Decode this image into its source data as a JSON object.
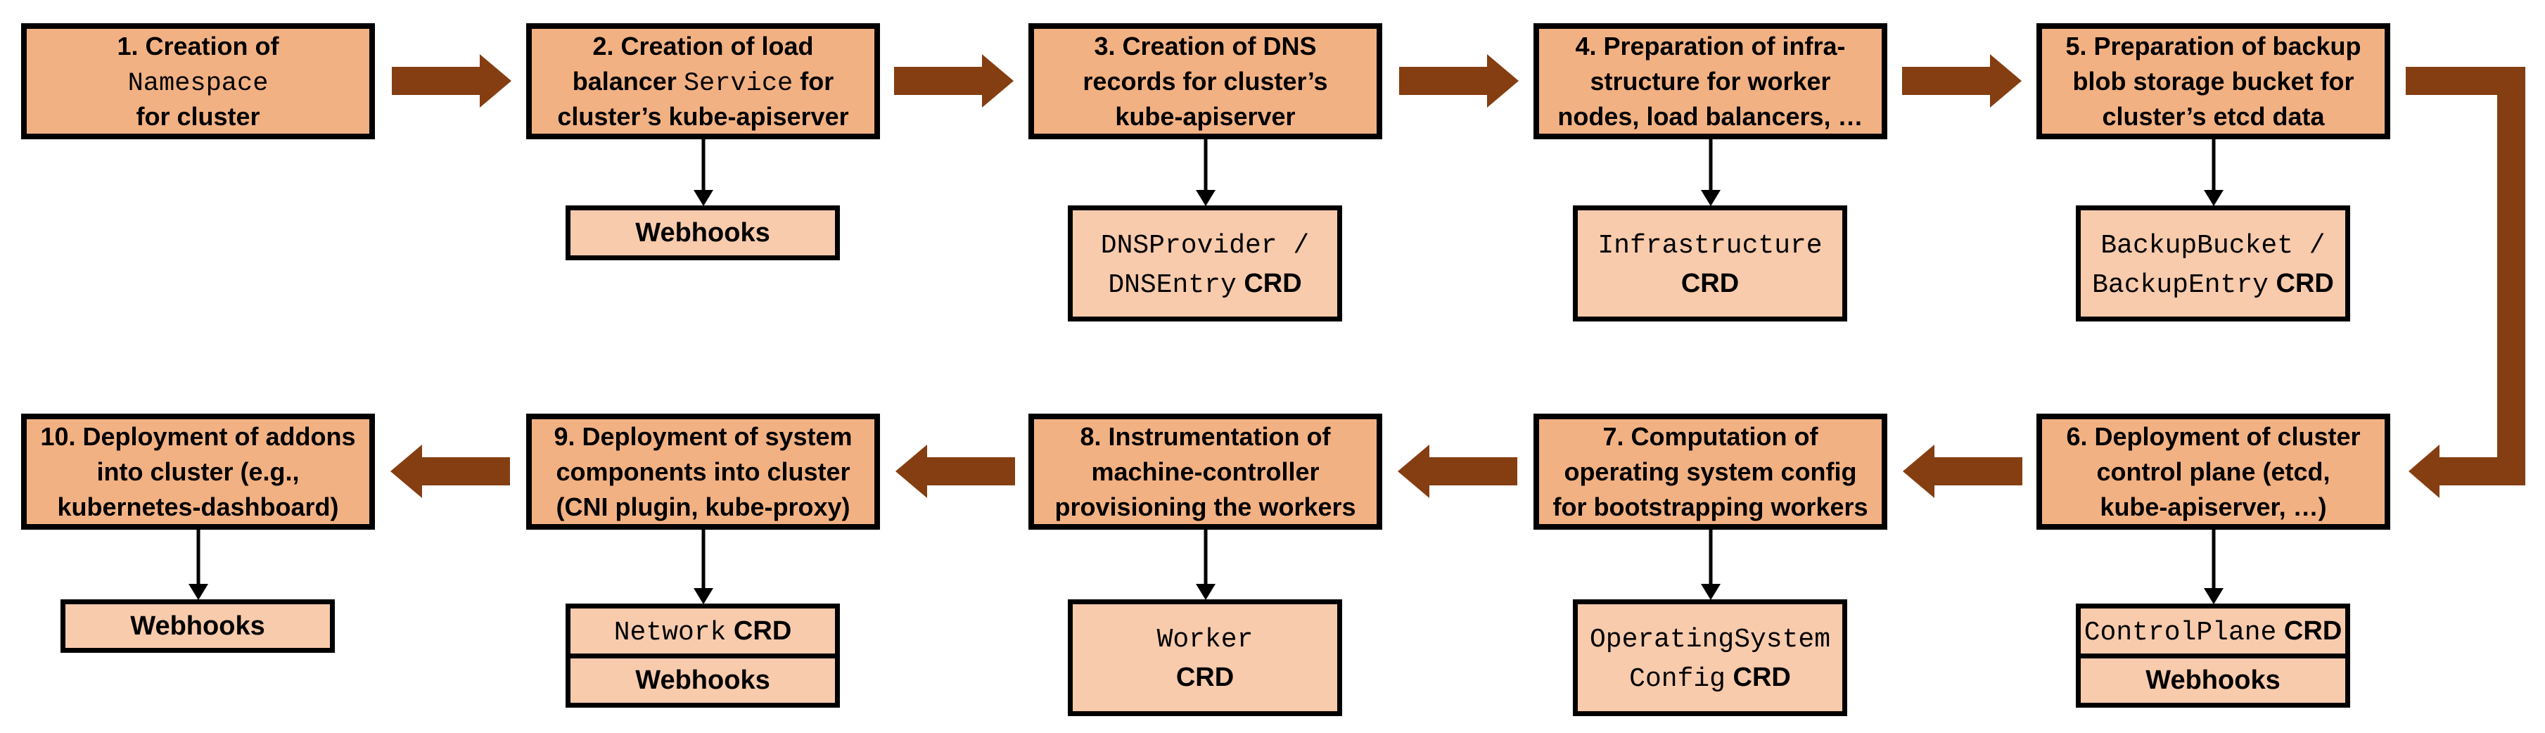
{
  "diagram": {
    "description": "Cluster creation flow with extension points",
    "colors": {
      "box_fill": "#F2B183",
      "sub_box_fill": "#F8CBAD",
      "flow_arrow": "#853E11",
      "border": "#000000",
      "background": "#FFFFFF"
    },
    "steps": [
      {
        "id": "1",
        "box_lines": [
          [
            {
              "t": "1. Creation of"
            }
          ],
          [
            {
              "t": "Namespace",
              "s": "m"
            }
          ],
          [
            {
              "t": "for cluster"
            }
          ]
        ],
        "artifacts": []
      },
      {
        "id": "2",
        "box_lines": [
          [
            {
              "t": "2. Creation of load"
            }
          ],
          [
            {
              "t": "balancer "
            },
            {
              "t": "Service",
              "s": "m"
            },
            {
              "t": " for"
            }
          ],
          [
            {
              "t": "cluster’s kube-apiserver"
            }
          ]
        ],
        "artifacts": [
          {
            "cells": [
              {
                "lines": [
                  [
                    {
                      "t": "Webhooks"
                    }
                  ]
                ]
              }
            ]
          }
        ]
      },
      {
        "id": "3",
        "box_lines": [
          [
            {
              "t": "3. Creation of DNS"
            }
          ],
          [
            {
              "t": "records for cluster’s"
            }
          ],
          [
            {
              "t": "kube-apiserver"
            }
          ]
        ],
        "artifacts": [
          {
            "cells": [
              {
                "lines": [
                  [
                    {
                      "t": "DNSProvider /",
                      "s": "m"
                    }
                  ],
                  [
                    {
                      "t": "DNSEntry",
                      "s": "m"
                    },
                    {
                      "t": " CRD"
                    }
                  ]
                ]
              }
            ]
          }
        ]
      },
      {
        "id": "4",
        "box_lines": [
          [
            {
              "t": "4. Preparation of infra-"
            }
          ],
          [
            {
              "t": "structure for worker"
            }
          ],
          [
            {
              "t": "nodes, load balancers, …"
            }
          ]
        ],
        "artifacts": [
          {
            "cells": [
              {
                "lines": [
                  [
                    {
                      "t": "Infrastructure",
                      "s": "m"
                    }
                  ],
                  [
                    {
                      "t": "CRD"
                    }
                  ]
                ]
              }
            ]
          }
        ]
      },
      {
        "id": "5",
        "box_lines": [
          [
            {
              "t": "5. Preparation of backup"
            }
          ],
          [
            {
              "t": "blob storage bucket for"
            }
          ],
          [
            {
              "t": "cluster’s etcd data"
            }
          ]
        ],
        "artifacts": [
          {
            "cells": [
              {
                "lines": [
                  [
                    {
                      "t": "BackupBucket /",
                      "s": "m"
                    }
                  ],
                  [
                    {
                      "t": "BackupEntry",
                      "s": "m"
                    },
                    {
                      "t": " CRD"
                    }
                  ]
                ]
              }
            ]
          }
        ]
      },
      {
        "id": "6",
        "box_lines": [
          [
            {
              "t": "6. Deployment of cluster"
            }
          ],
          [
            {
              "t": "control plane (etcd,"
            }
          ],
          [
            {
              "t": "kube-apiserver, …)"
            }
          ]
        ],
        "artifacts": [
          {
            "cells": [
              {
                "lines": [
                  [
                    {
                      "t": "ControlPlane",
                      "s": "m"
                    },
                    {
                      "t": " CRD"
                    }
                  ]
                ]
              },
              {
                "lines": [
                  [
                    {
                      "t": "Webhooks"
                    }
                  ]
                ]
              }
            ]
          }
        ]
      },
      {
        "id": "7",
        "box_lines": [
          [
            {
              "t": "7. Computation of"
            }
          ],
          [
            {
              "t": "operating system config"
            }
          ],
          [
            {
              "t": "for bootstrapping workers"
            }
          ]
        ],
        "artifacts": [
          {
            "cells": [
              {
                "lines": [
                  [
                    {
                      "t": "OperatingSystem",
                      "s": "m"
                    }
                  ],
                  [
                    {
                      "t": "Config",
                      "s": "m"
                    },
                    {
                      "t": " CRD"
                    }
                  ]
                ]
              }
            ]
          }
        ]
      },
      {
        "id": "8",
        "box_lines": [
          [
            {
              "t": "8. Instrumentation of"
            }
          ],
          [
            {
              "t": "machine-controller"
            }
          ],
          [
            {
              "t": "provisioning the workers"
            }
          ]
        ],
        "artifacts": [
          {
            "cells": [
              {
                "lines": [
                  [
                    {
                      "t": "Worker",
                      "s": "m"
                    }
                  ],
                  [
                    {
                      "t": "CRD"
                    }
                  ]
                ]
              }
            ]
          }
        ]
      },
      {
        "id": "9",
        "box_lines": [
          [
            {
              "t": "9. Deployment of system"
            }
          ],
          [
            {
              "t": "components into cluster"
            }
          ],
          [
            {
              "t": "(CNI plugin, kube-proxy)"
            }
          ]
        ],
        "artifacts": [
          {
            "cells": [
              {
                "lines": [
                  [
                    {
                      "t": "Network",
                      "s": "m"
                    },
                    {
                      "t": " CRD"
                    }
                  ]
                ]
              },
              {
                "lines": [
                  [
                    {
                      "t": "Webhooks"
                    }
                  ]
                ]
              }
            ]
          }
        ]
      },
      {
        "id": "10",
        "box_lines": [
          [
            {
              "t": "10. Deployment of addons"
            }
          ],
          [
            {
              "t": "into cluster (e.g.,"
            }
          ],
          [
            {
              "t": "kubernetes-dashboard)"
            }
          ]
        ],
        "artifacts": [
          {
            "cells": [
              {
                "lines": [
                  [
                    {
                      "t": "Webhooks"
                    }
                  ]
                ]
              }
            ]
          }
        ]
      }
    ]
  }
}
